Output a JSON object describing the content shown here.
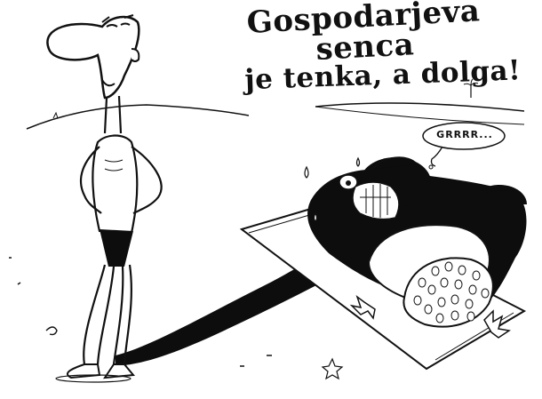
{
  "caption": {
    "line1": "Gospodarjeva senca",
    "line2": "je tenka, a dolga!"
  },
  "speech_bubble": {
    "text": "GRRRR..."
  },
  "colors": {
    "ink": "#111111",
    "paper": "#ffffff",
    "shadow": "#0d0d0d"
  }
}
